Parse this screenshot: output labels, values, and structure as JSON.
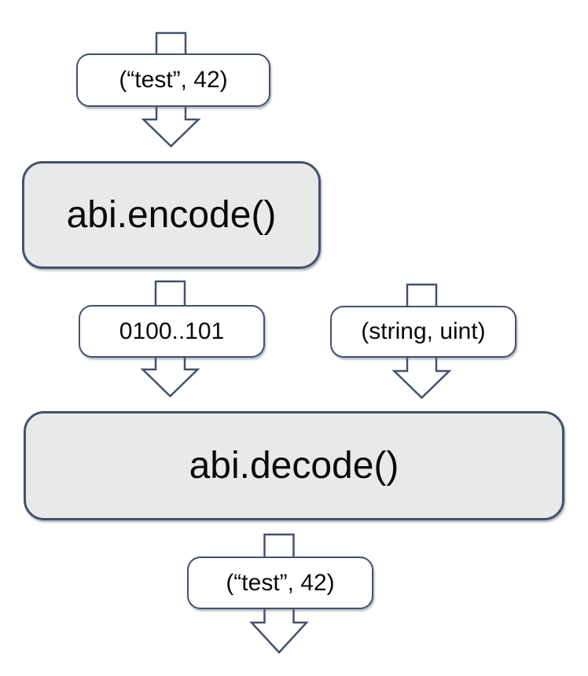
{
  "diagram": {
    "background": "#ffffff",
    "colors": {
      "node_border": "#44526a",
      "arrow_stroke": "#44526a",
      "process_fill": "#e8e9e9",
      "data_fill": "#ffffff",
      "text": "#0a0a0a"
    },
    "nodes": [
      {
        "id": "input-tuple",
        "label": "(“test”, 42)",
        "kind": "data"
      },
      {
        "id": "abi-encode",
        "label": "abi.encode()",
        "kind": "process"
      },
      {
        "id": "encoded-bytes",
        "label": "0100..101",
        "kind": "data"
      },
      {
        "id": "type-tuple",
        "label": "(string, uint)",
        "kind": "data"
      },
      {
        "id": "abi-decode",
        "label": "abi.decode()",
        "kind": "process"
      },
      {
        "id": "output-tuple",
        "label": "(“test”, 42)",
        "kind": "data"
      }
    ],
    "arrows": [
      {
        "through": "input-tuple",
        "to": "abi-encode",
        "direction": "down"
      },
      {
        "from": "abi-encode",
        "through": "encoded-bytes",
        "to": "abi-decode",
        "direction": "down"
      },
      {
        "through": "type-tuple",
        "to": "abi-decode",
        "direction": "down"
      },
      {
        "from": "abi-decode",
        "through": "output-tuple",
        "direction": "down"
      }
    ]
  }
}
